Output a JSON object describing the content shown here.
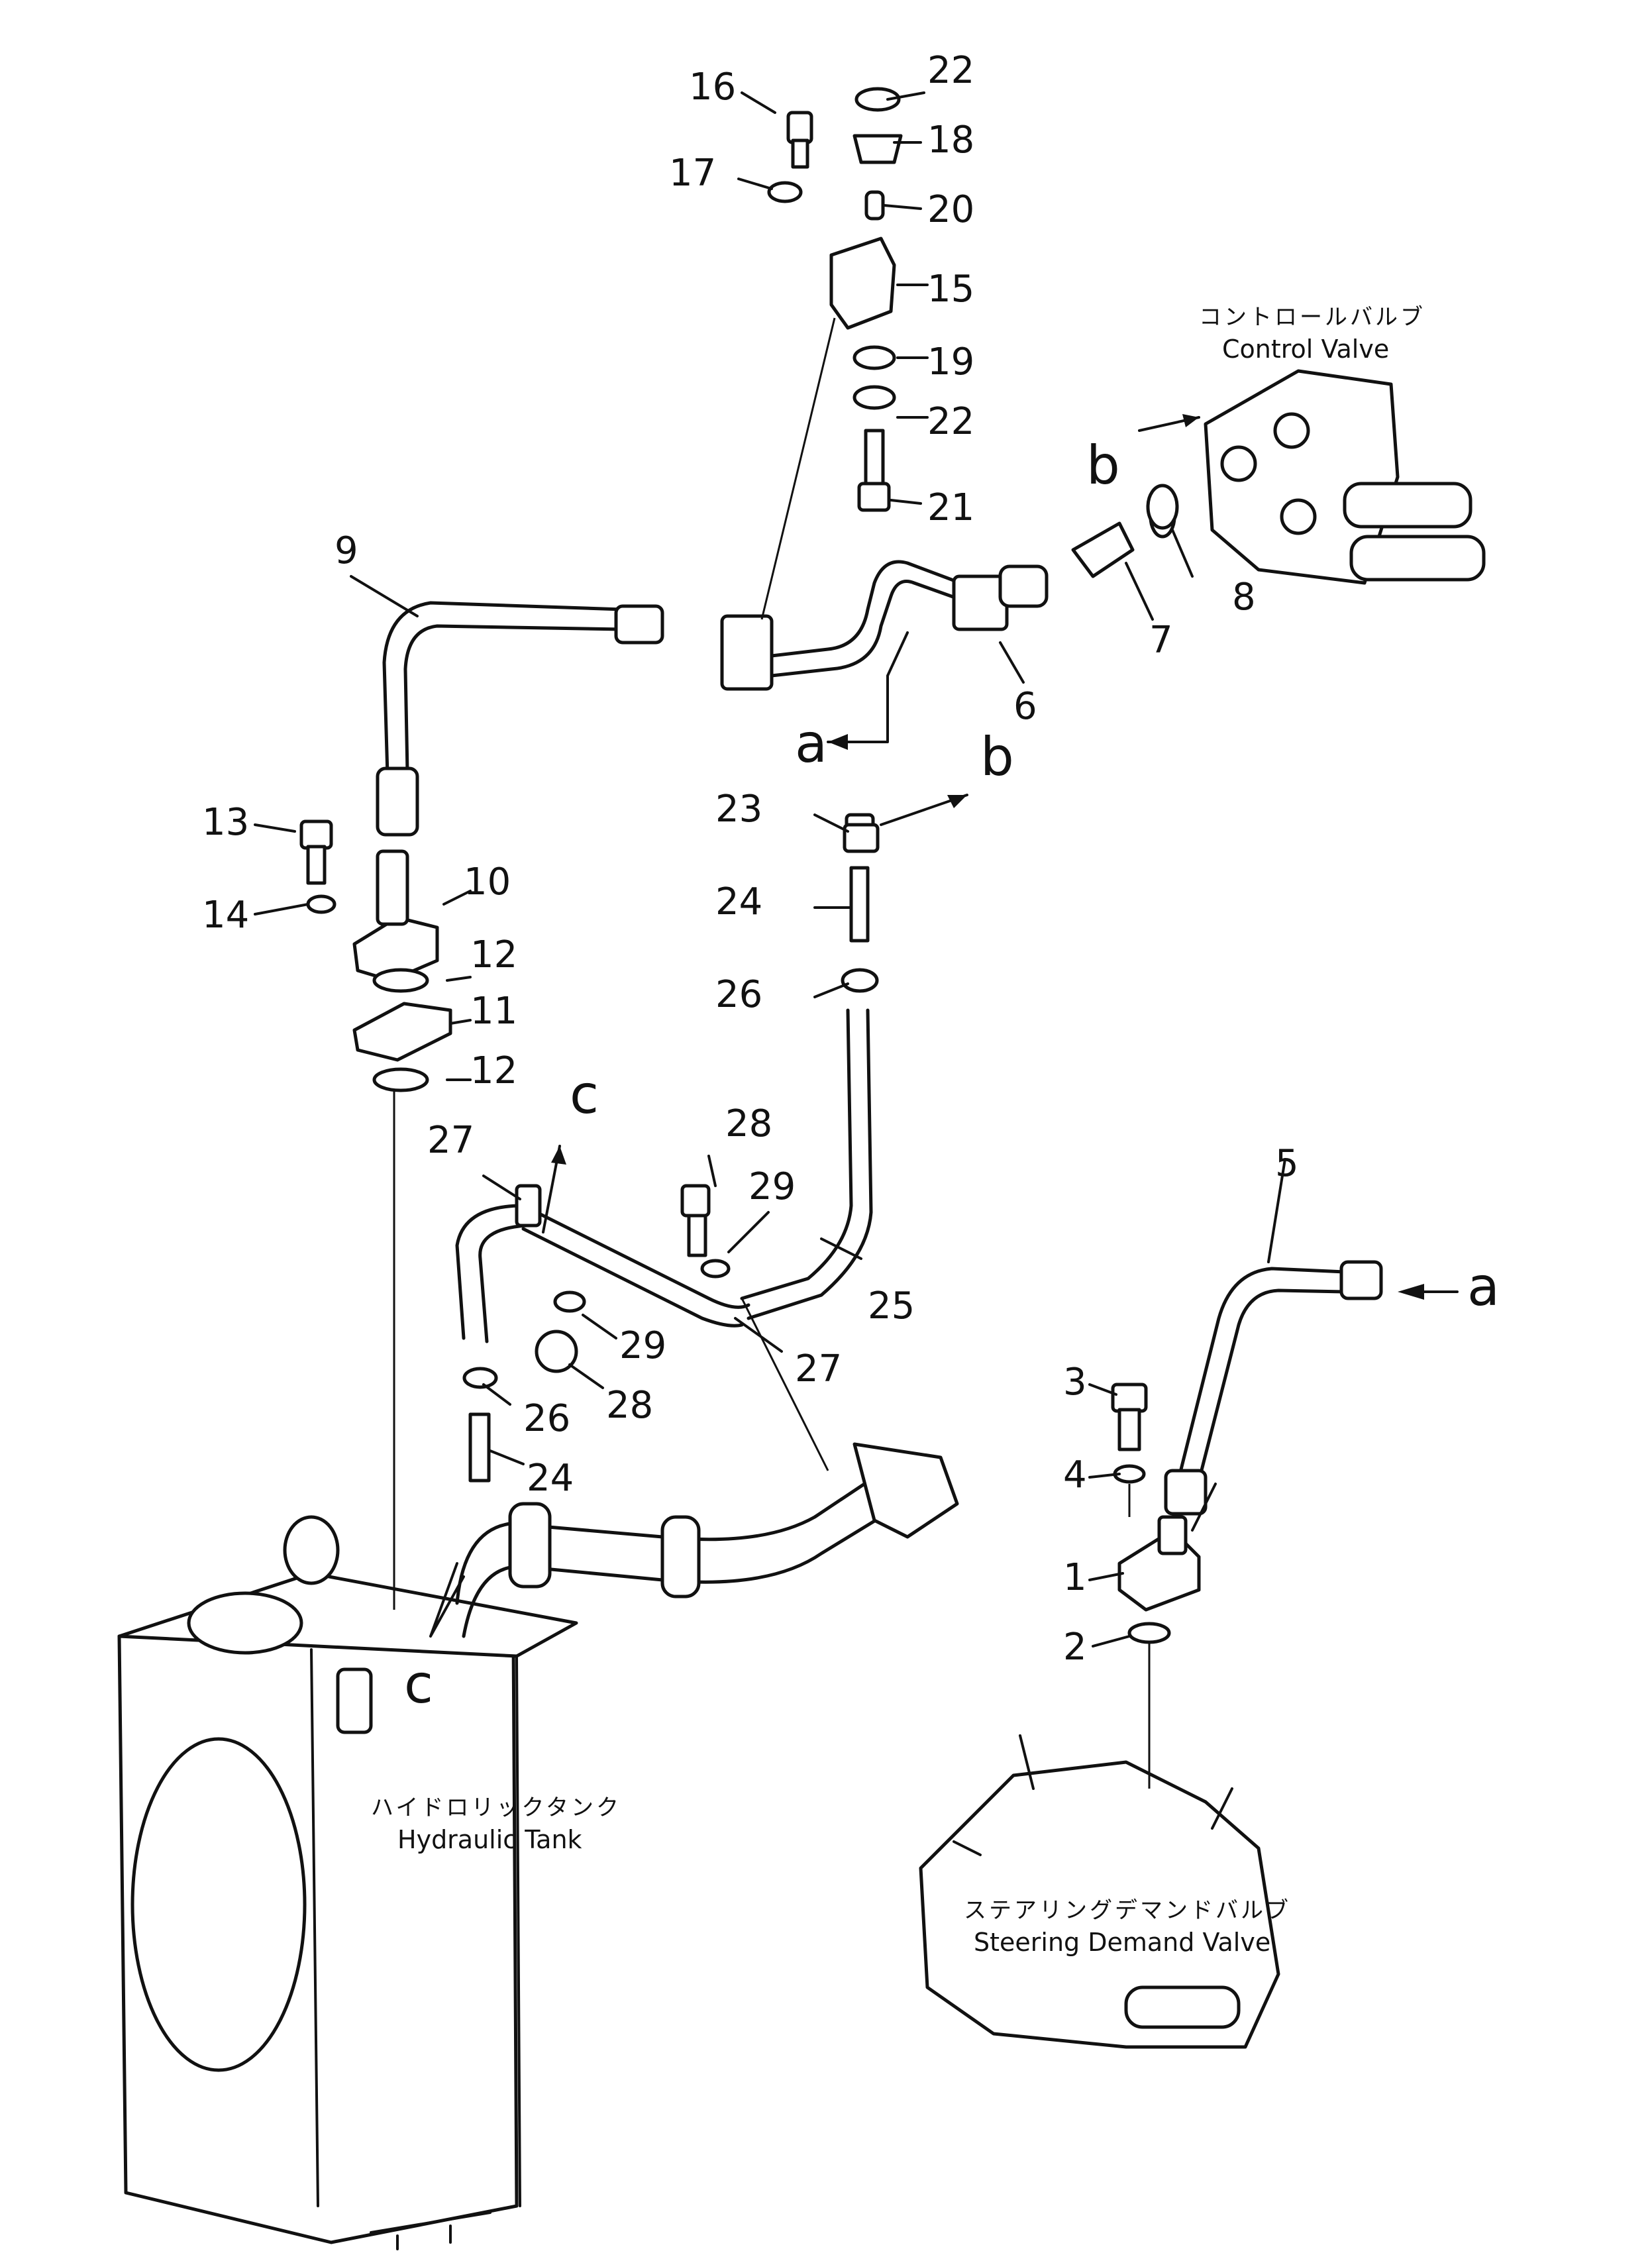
{
  "callouts": {
    "c1": "1",
    "c2": "2",
    "c3": "3",
    "c4": "4",
    "c5": "5",
    "c6": "6",
    "c7": "7",
    "c8": "8",
    "c9": "9",
    "c10": "10",
    "c11": "11",
    "c12a": "12",
    "c12b": "12",
    "c13": "13",
    "c14": "14",
    "c15": "15",
    "c16": "16",
    "c17": "17",
    "c18": "18",
    "c19": "19",
    "c20": "20",
    "c21": "21",
    "c22a": "22",
    "c22b": "22",
    "c23": "23",
    "c24a": "24",
    "c24b": "24",
    "c25": "25",
    "c26a": "26",
    "c26b": "26",
    "c27a": "27",
    "c27b": "27",
    "c28a": "28",
    "c28b": "28",
    "c29a": "29",
    "c29b": "29"
  },
  "refs": {
    "a_left": "a",
    "a_right": "a",
    "b_top": "b",
    "b_mid": "b",
    "c_top": "c",
    "c_tank": "c"
  },
  "components": {
    "control_valve_jp": "コントロールバルブ",
    "control_valve_en": "Control Valve",
    "hydraulic_tank_jp": "ハイドロリックタンク",
    "hydraulic_tank_en": "Hydraulic Tank",
    "steering_valve_jp": "ステアリングデマンドバルブ",
    "steering_valve_en": "Steering Demand Valve"
  }
}
